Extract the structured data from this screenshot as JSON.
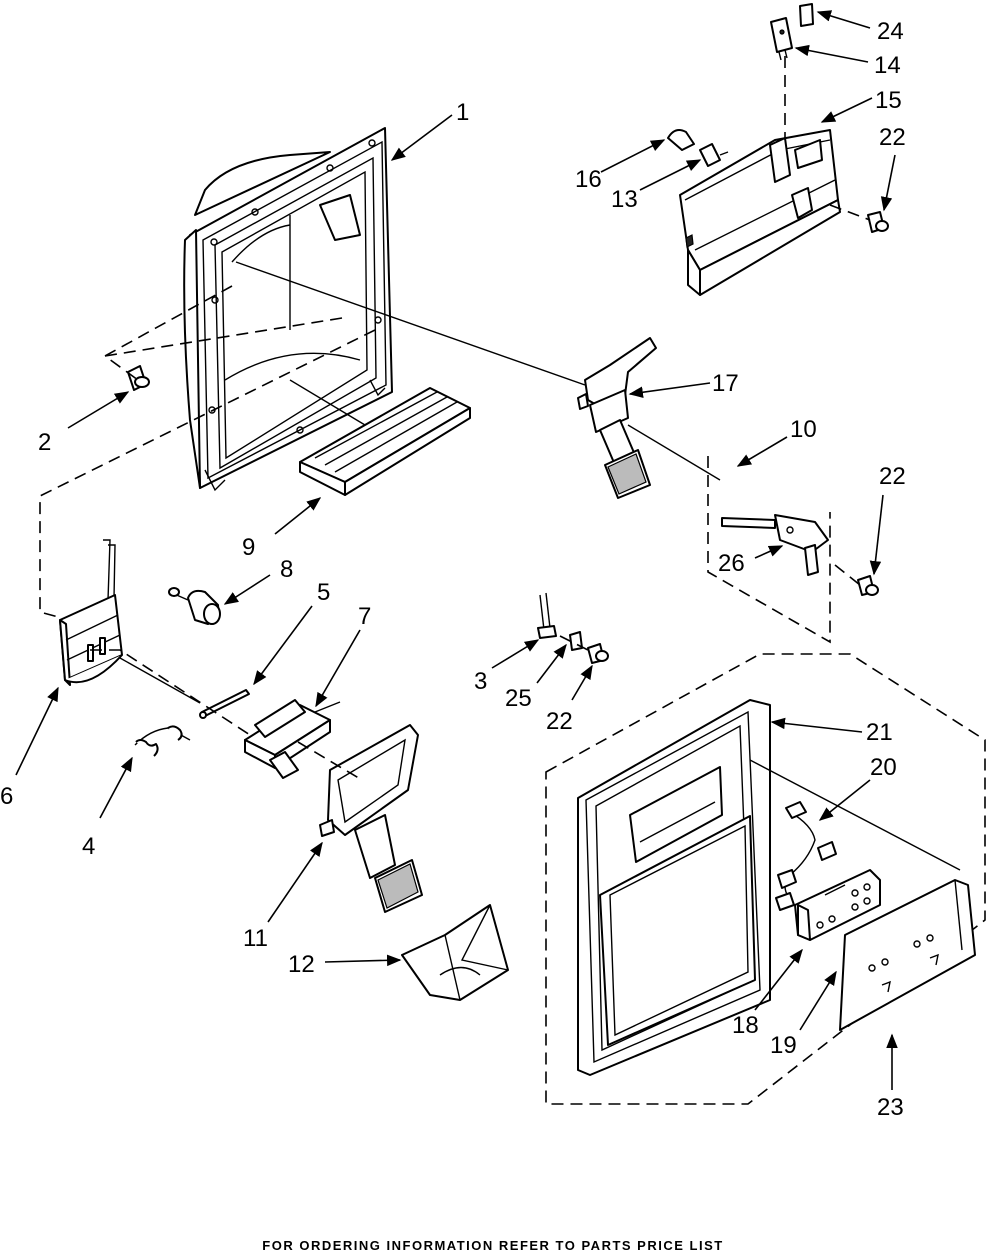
{
  "footer": "FOR ORDERING INFORMATION REFER TO PARTS PRICE LIST",
  "callouts": {
    "c1": "1",
    "c2": "2",
    "c3": "3",
    "c4": "4",
    "c5": "5",
    "c6": "6",
    "c7": "7",
    "c8": "8",
    "c9": "9",
    "c10": "10",
    "c11": "11",
    "c12": "12",
    "c13": "13",
    "c14": "14",
    "c15": "15",
    "c16": "16",
    "c17": "17",
    "c18": "18",
    "c19": "19",
    "c20": "20",
    "c21": "21",
    "c22a": "22",
    "c22b": "22",
    "c22c": "22",
    "c23": "23",
    "c24": "24",
    "c25": "25",
    "c26": "26"
  }
}
